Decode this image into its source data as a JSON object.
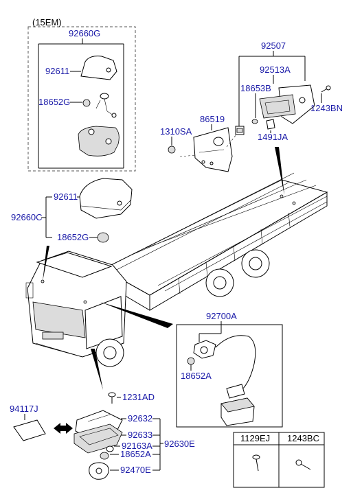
{
  "labels": {
    "group_15em": "(15EM)",
    "p92660G": "92660G",
    "p92611_top": "92611",
    "p18652G_top": "18652G",
    "p92507": "92507",
    "p92513A": "92513A",
    "p18653B": "18653B",
    "p1243BN": "1243BN",
    "p86519": "86519",
    "p1310SA": "1310SA",
    "p1491JA": "1491JA",
    "p92611_mid": "92611",
    "p92660C": "92660C",
    "p18652G_mid": "18652G",
    "p92700A": "92700A",
    "p18652A_box": "18652A",
    "p1231AD": "1231AD",
    "p94117J": "94117J",
    "p92632": "92632",
    "p92633": "92633",
    "p92163A": "92163A",
    "p92630E": "92630E",
    "p18652A_bot": "18652A",
    "p92470E": "92470E"
  },
  "fastener_table": {
    "col1": "1129EJ",
    "col2": "1243BC"
  }
}
